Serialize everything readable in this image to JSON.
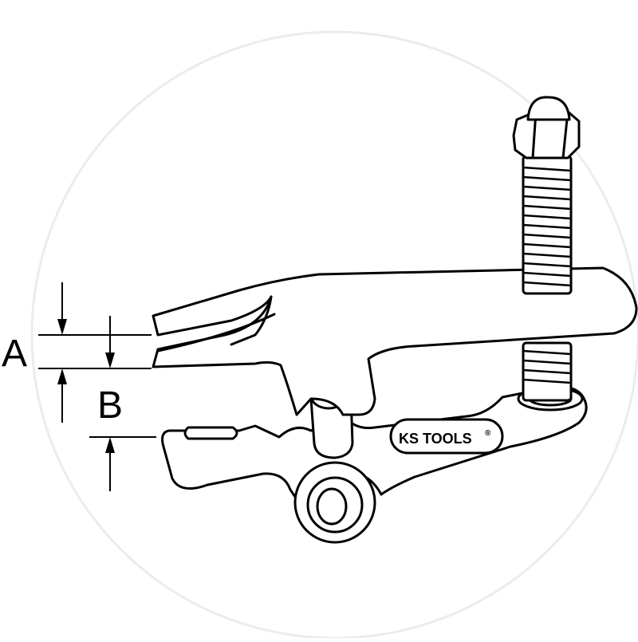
{
  "dimensions": {
    "a_label": "A",
    "b_label": "B"
  },
  "brand": {
    "logo_ks": "KS",
    "logo_tools": "TOOLS",
    "logo_mark": "®"
  },
  "colors": {
    "line": "#000000",
    "background": "#ffffff",
    "watermark": "#ececec"
  }
}
